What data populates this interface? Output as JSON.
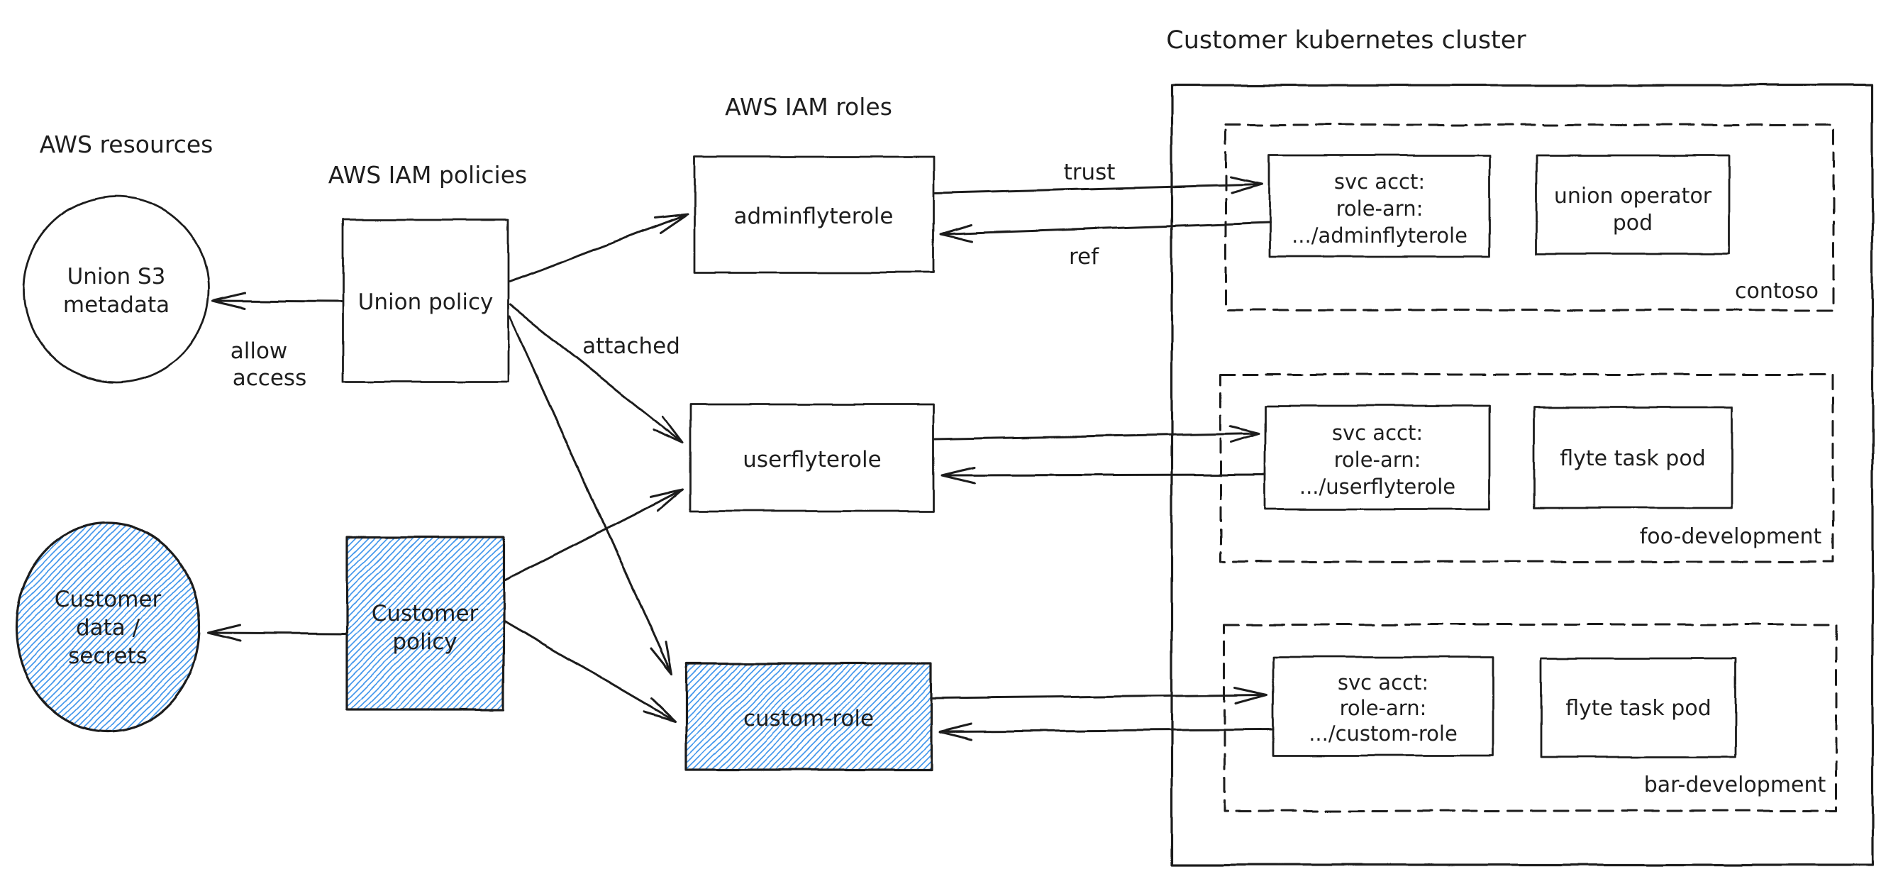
{
  "diagram": {
    "title": "Customer kubernetes cluster",
    "colors": {
      "stroke": "#1e1e1e",
      "hachure": "#4598ec",
      "background": "#ffffff"
    },
    "labels": {
      "aws_resources": "AWS resources",
      "aws_iam_policies": "AWS IAM policies",
      "aws_iam_roles": "AWS IAM roles",
      "attached": "attached",
      "allow": "allow",
      "access": "access",
      "trust": "trust",
      "ref": "ref"
    },
    "resources": {
      "union_s3": {
        "line1": "Union S3",
        "line2": "metadata"
      },
      "customer_data": {
        "line1": "Customer",
        "line2": "data /",
        "line3": "secrets"
      }
    },
    "policies": {
      "union": "Union policy",
      "customer": {
        "line1": "Customer",
        "line2": "policy"
      }
    },
    "roles": {
      "admin": "adminflyterole",
      "user": "userflyterole",
      "custom": "custom-role"
    },
    "cluster": {
      "namespaces": [
        {
          "name": "contoso",
          "svc_acct": [
            "svc acct:",
            "role-arn:",
            ".../adminflyterole"
          ],
          "pod": [
            "union operator",
            "pod"
          ]
        },
        {
          "name": "foo-development",
          "svc_acct": [
            "svc acct:",
            "role-arn:",
            ".../userflyterole"
          ],
          "pod": [
            "flyte task pod"
          ]
        },
        {
          "name": "bar-development",
          "svc_acct": [
            "svc acct:",
            "role-arn:",
            ".../custom-role"
          ],
          "pod": [
            "flyte task pod"
          ]
        }
      ]
    }
  }
}
